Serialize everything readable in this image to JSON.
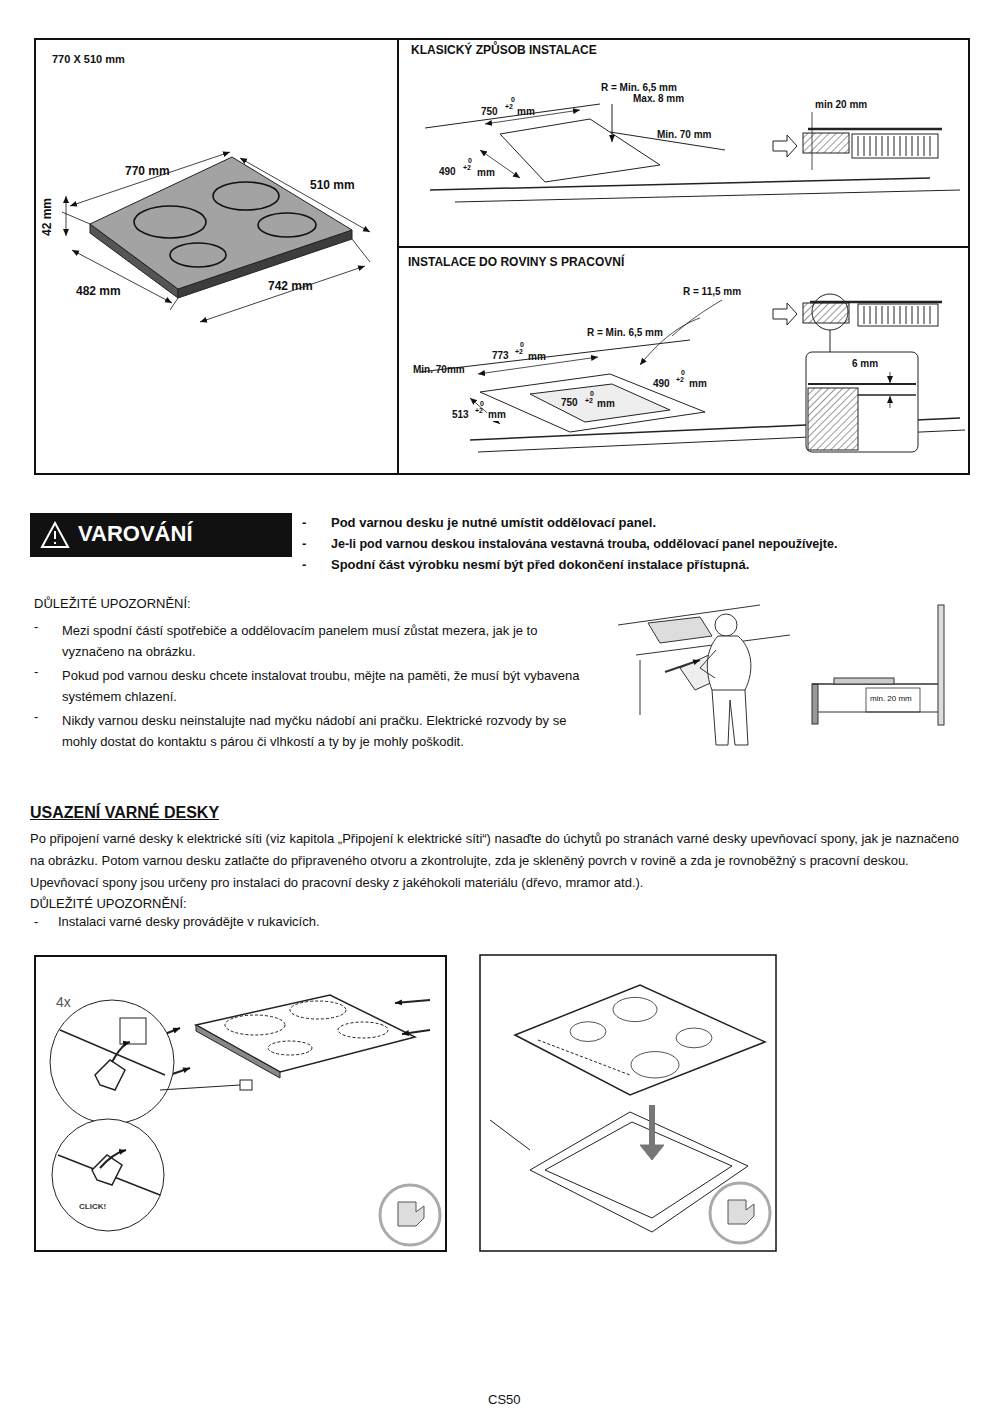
{
  "diagram": {
    "nodes": [
      {
        "text": [
          "770 X 510 mm"
        ]
      },
      {
        "text": [
          "KLASICKÝ ZPŮSOB INSTALACE"
        ]
      },
      {
        "text": [
          "INSTALACE DO ROVINY S PRACOVNÍ"
        ]
      },
      {
        "text": [
          "VAROVÁNÍ"
        ]
      },
      {
        "text": [
          "4x",
          "CLICK!"
        ]
      }
    ],
    "labels": [
      "770 mm",
      "510 mm",
      "42 mm",
      "482 mm",
      "742 mm",
      "R = Min. 6,5 mm",
      "Max. 8 mm",
      "750",
      "0",
      "+2",
      "mm",
      "Min. 70 mm",
      "490",
      "0",
      "+2",
      "mm",
      "min 20 mm",
      "R = 11,5 mm",
      "R = Min. 6,5 mm",
      "773",
      "0",
      "+2",
      "mm",
      "Min. 70mm",
      "490",
      "0",
      "+2",
      "mm",
      "750",
      "0",
      "+2",
      "mm",
      "513",
      "0",
      "+2",
      "mm",
      "6 mm",
      "-",
      "Pod varnou desku je nutné umístit oddělovací panel.",
      "-",
      "Je-li pod varnou deskou instalována vestavná trouba, oddělovací panel nepoužívejte.",
      "-",
      "Spodní část výrobku nesmí být před dokončení instalace přístupná.",
      "DŮLEŽITÉ UPOZORNĚNÍ:",
      "-",
      "Mezi spodní částí spotřebiče a oddělovacím panelem musí zůstat mezera, jak je to vyznačeno na obrázku.",
      "-",
      "Pokud pod varnou desku chcete instalovat troubu, mějte na paměti, že musí být vybavena systémem chlazení.",
      "-",
      "Nikdy varnou desku neinstalujte nad myčku nádobí ani pračku. Elektrické rozvody by se mohly dostat do kontaktu s párou či vlhkostí a ty by je mohly poškodit.",
      "min. 20 mm",
      "USAZENÍ VARNÉ DESKY",
      "Po připojení varné desky k elektrické síti (viz kapitola „Připojení k elektrické síti“) nasaďte do úchytů po stranách varné desky upevňovací spony, jak je naznačeno na obrázku. Potom varnou desku zatlačte do připraveného otvoru a zkontrolujte, zda je skleněný povrch v rovině a zda je rovnoběžný s pracovní deskou. Upevňovací spony jsou určeny pro instalaci do pracovní desky z jakéhokoli materiálu (dřevo, mramor atd.).",
      "DŮLEŽITÉ UPOZORNĚNÍ:",
      "-",
      "Instalaci varné desky provádějte v rukavicích.",
      "CS50"
    ]
  }
}
